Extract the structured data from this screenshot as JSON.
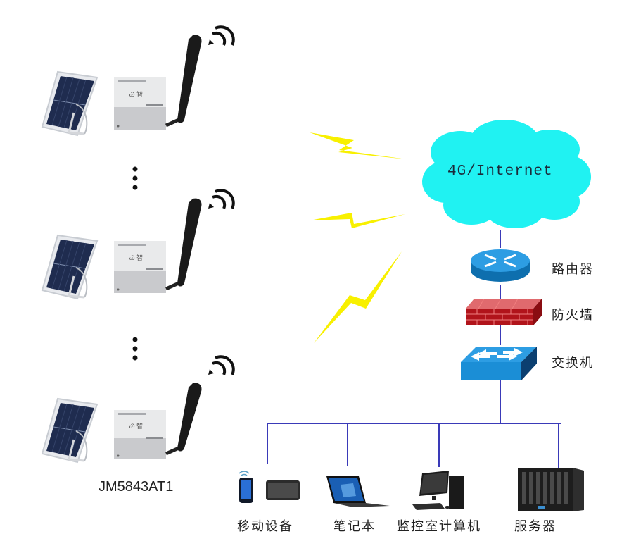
{
  "diagram": {
    "title": "JM5843AT1 4G wireless monitoring network topology",
    "colors": {
      "cloud": "#20f2f2",
      "lightning": "#f8f000",
      "link_line": "#3a3ab8",
      "router": "#1b8ed6",
      "firewall": "#c1272d",
      "switch": "#2aa0e0"
    },
    "field_devices": {
      "model_label": "JM5843AT1",
      "count_shown": 3,
      "ellipsis": "⋮",
      "items": [
        {
          "name": "solar-powered-terminal-1",
          "components": [
            "solar-panel",
            "monitoring-box",
            "antenna",
            "wifi-signal"
          ]
        },
        {
          "name": "solar-powered-terminal-2",
          "components": [
            "solar-panel",
            "monitoring-box",
            "antenna",
            "wifi-signal"
          ]
        },
        {
          "name": "solar-powered-terminal-3",
          "components": [
            "solar-panel",
            "monitoring-box",
            "antenna",
            "wifi-signal"
          ]
        }
      ]
    },
    "wireless_links": 3,
    "cloud": {
      "label": "4G/Internet"
    },
    "network_chain": [
      {
        "id": "router",
        "label": "路由器"
      },
      {
        "id": "firewall",
        "label": "防火墙"
      },
      {
        "id": "switch",
        "label": "交换机"
      }
    ],
    "endpoints": [
      {
        "id": "mobile",
        "label": "移动设备"
      },
      {
        "id": "laptop",
        "label": "笔记本"
      },
      {
        "id": "monitor-pc",
        "label": "监控室计算机"
      },
      {
        "id": "server",
        "label": "服务器"
      }
    ]
  }
}
